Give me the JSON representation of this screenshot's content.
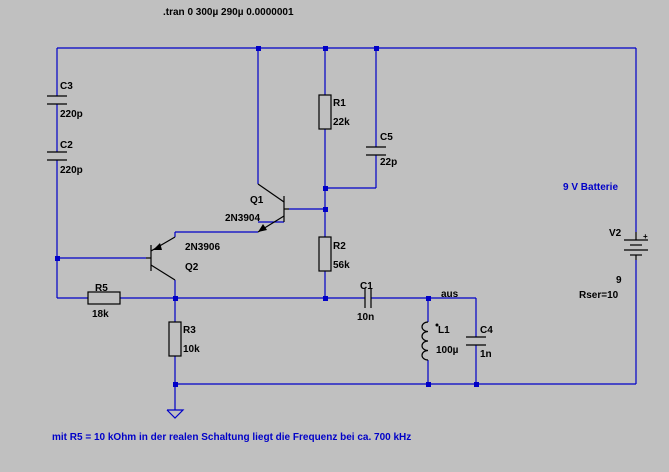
{
  "directive": ".tran 0 300µ 290µ 0.0000001",
  "battery_label": "9 V Batterie",
  "note": "mit R5 = 10 kOhm in der realen Schaltung liegt die Frequenz bei ca. 700 kHz",
  "net_label": "aus",
  "colors": {
    "background": "#c0c0c0",
    "wire": "#0000c8",
    "component": "#000000"
  },
  "components": {
    "C3": {
      "name": "C3",
      "value": "220p"
    },
    "C2": {
      "name": "C2",
      "value": "220p"
    },
    "R1": {
      "name": "R1",
      "value": "22k"
    },
    "C5": {
      "name": "C5",
      "value": "22p"
    },
    "Q1": {
      "name": "Q1",
      "model": "2N3904"
    },
    "Q2": {
      "name": "Q2",
      "model": "2N3906"
    },
    "R2": {
      "name": "R2",
      "value": "56k"
    },
    "R5": {
      "name": "R5",
      "value": "18k"
    },
    "R3": {
      "name": "R3",
      "value": "10k"
    },
    "C1": {
      "name": "C1",
      "value": "10n"
    },
    "L1": {
      "name": "L1",
      "value": "100µ"
    },
    "C4": {
      "name": "C4",
      "value": "1n"
    },
    "V2": {
      "name": "V2",
      "value": "9",
      "param": "Rser=10"
    }
  }
}
